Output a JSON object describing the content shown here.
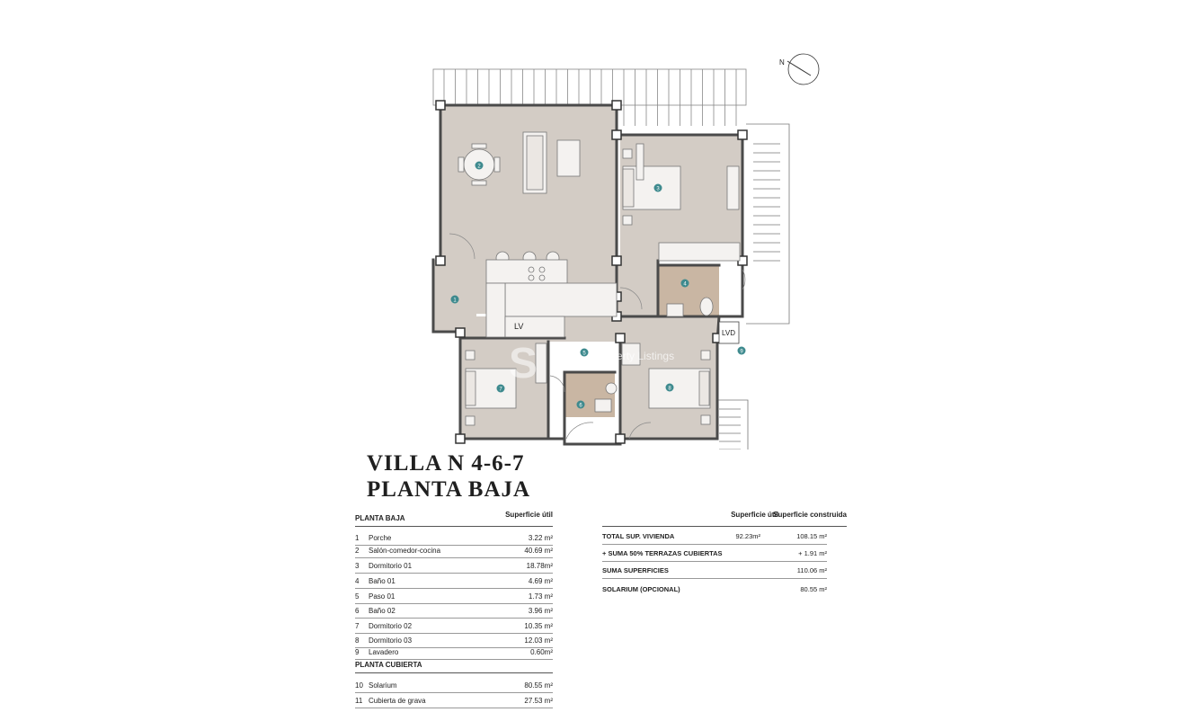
{
  "plan": {
    "compass_letter": "N",
    "kitchen_label": "LV",
    "laundry_label": "LVD",
    "room_markers": [
      "1",
      "2",
      "3",
      "4",
      "5",
      "6",
      "7",
      "8",
      "9"
    ],
    "watermark": "Spanish Property Listings",
    "colors": {
      "main_floor": "#d3ccc5",
      "bath_floor": "#c9b6a3",
      "wall": "#4a4a4a",
      "marker": "#3e8a8e",
      "furniture_fill": "#f4f2f0"
    }
  },
  "title": {
    "line1": "VILLA N 4-6-7",
    "line2": "PLANTA BAJA"
  },
  "left_table": {
    "section1": "PLANTA BAJA",
    "col_header": "Superficie útil",
    "rows": [
      {
        "n": "1",
        "name": "Porche",
        "value": "3.22 m²"
      },
      {
        "n": "2",
        "name": "Salón-comedor-cocina",
        "value": "40.69 m²"
      },
      {
        "n": "3",
        "name": "Dormitorio 01",
        "value": "18.78m²"
      },
      {
        "n": "4",
        "name": "Baño 01",
        "value": "4.69 m²"
      },
      {
        "n": "5",
        "name": "Paso 01",
        "value": "1.73 m²"
      },
      {
        "n": "6",
        "name": "Baño 02",
        "value": "3.96 m²"
      },
      {
        "n": "7",
        "name": "Dormitorio 02",
        "value": "10.35 m²"
      },
      {
        "n": "8",
        "name": "Dormitorio 03",
        "value": "12.03 m²"
      },
      {
        "n": "9",
        "name": "Lavadero",
        "value": "0.60m²"
      }
    ],
    "section2": "PLANTA CUBIERTA",
    "rows2": [
      {
        "n": "10",
        "name": "Solarium",
        "value": "80.55 m²"
      },
      {
        "n": "11",
        "name": "Cubierta de grava",
        "value": "27.53 m²"
      }
    ]
  },
  "right_table": {
    "col1": "Superficie útil",
    "col2": "Superficie construida",
    "rows": [
      {
        "name": "TOTAL SUP. VIVIENDA",
        "util": "92.23m²",
        "construida": "108.15 m²"
      },
      {
        "name": "+ SUMA 50% TERRAZAS CUBIERTAS",
        "util": "",
        "construida": "+ 1.91 m²"
      },
      {
        "name": "SUMA SUPERFICIES",
        "util": "",
        "construida": "110.06 m²"
      },
      {
        "name": "SOLARIUM (OPCIONAL)",
        "util": "",
        "construida": "80.55 m²"
      }
    ]
  }
}
